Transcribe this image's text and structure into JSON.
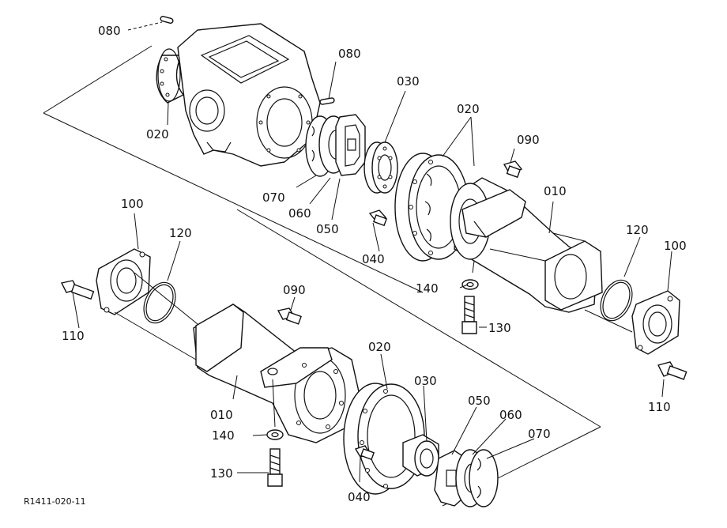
{
  "diagram": {
    "drawing_code": "R1411-020-11",
    "callouts": [
      {
        "id": "c-080-top",
        "text": "080"
      },
      {
        "id": "c-020-top",
        "text": "020"
      },
      {
        "id": "c-080-mid",
        "text": "080"
      },
      {
        "id": "c-030-top",
        "text": "030"
      },
      {
        "id": "c-020-right",
        "text": "020"
      },
      {
        "id": "c-090-right",
        "text": "090"
      },
      {
        "id": "c-070-top",
        "text": "070"
      },
      {
        "id": "c-060-top",
        "text": "060"
      },
      {
        "id": "c-050-top",
        "text": "050"
      },
      {
        "id": "c-040-top",
        "text": "040"
      },
      {
        "id": "c-010-right",
        "text": "010"
      },
      {
        "id": "c-120-right",
        "text": "120"
      },
      {
        "id": "c-100-right",
        "text": "100"
      },
      {
        "id": "c-140-right",
        "text": "140"
      },
      {
        "id": "c-130-right",
        "text": "130"
      },
      {
        "id": "c-110-right",
        "text": "110"
      },
      {
        "id": "c-100-left",
        "text": "100"
      },
      {
        "id": "c-120-left",
        "text": "120"
      },
      {
        "id": "c-110-left",
        "text": "110"
      },
      {
        "id": "c-090-left",
        "text": "090"
      },
      {
        "id": "c-010-left",
        "text": "010"
      },
      {
        "id": "c-020-bottom",
        "text": "020"
      },
      {
        "id": "c-030-bottom",
        "text": "030"
      },
      {
        "id": "c-050-bottom",
        "text": "050"
      },
      {
        "id": "c-060-bottom",
        "text": "060"
      },
      {
        "id": "c-070-bottom",
        "text": "070"
      },
      {
        "id": "c-140-left",
        "text": "140"
      },
      {
        "id": "c-130-left",
        "text": "130"
      },
      {
        "id": "c-040-bottom",
        "text": "040"
      }
    ]
  }
}
